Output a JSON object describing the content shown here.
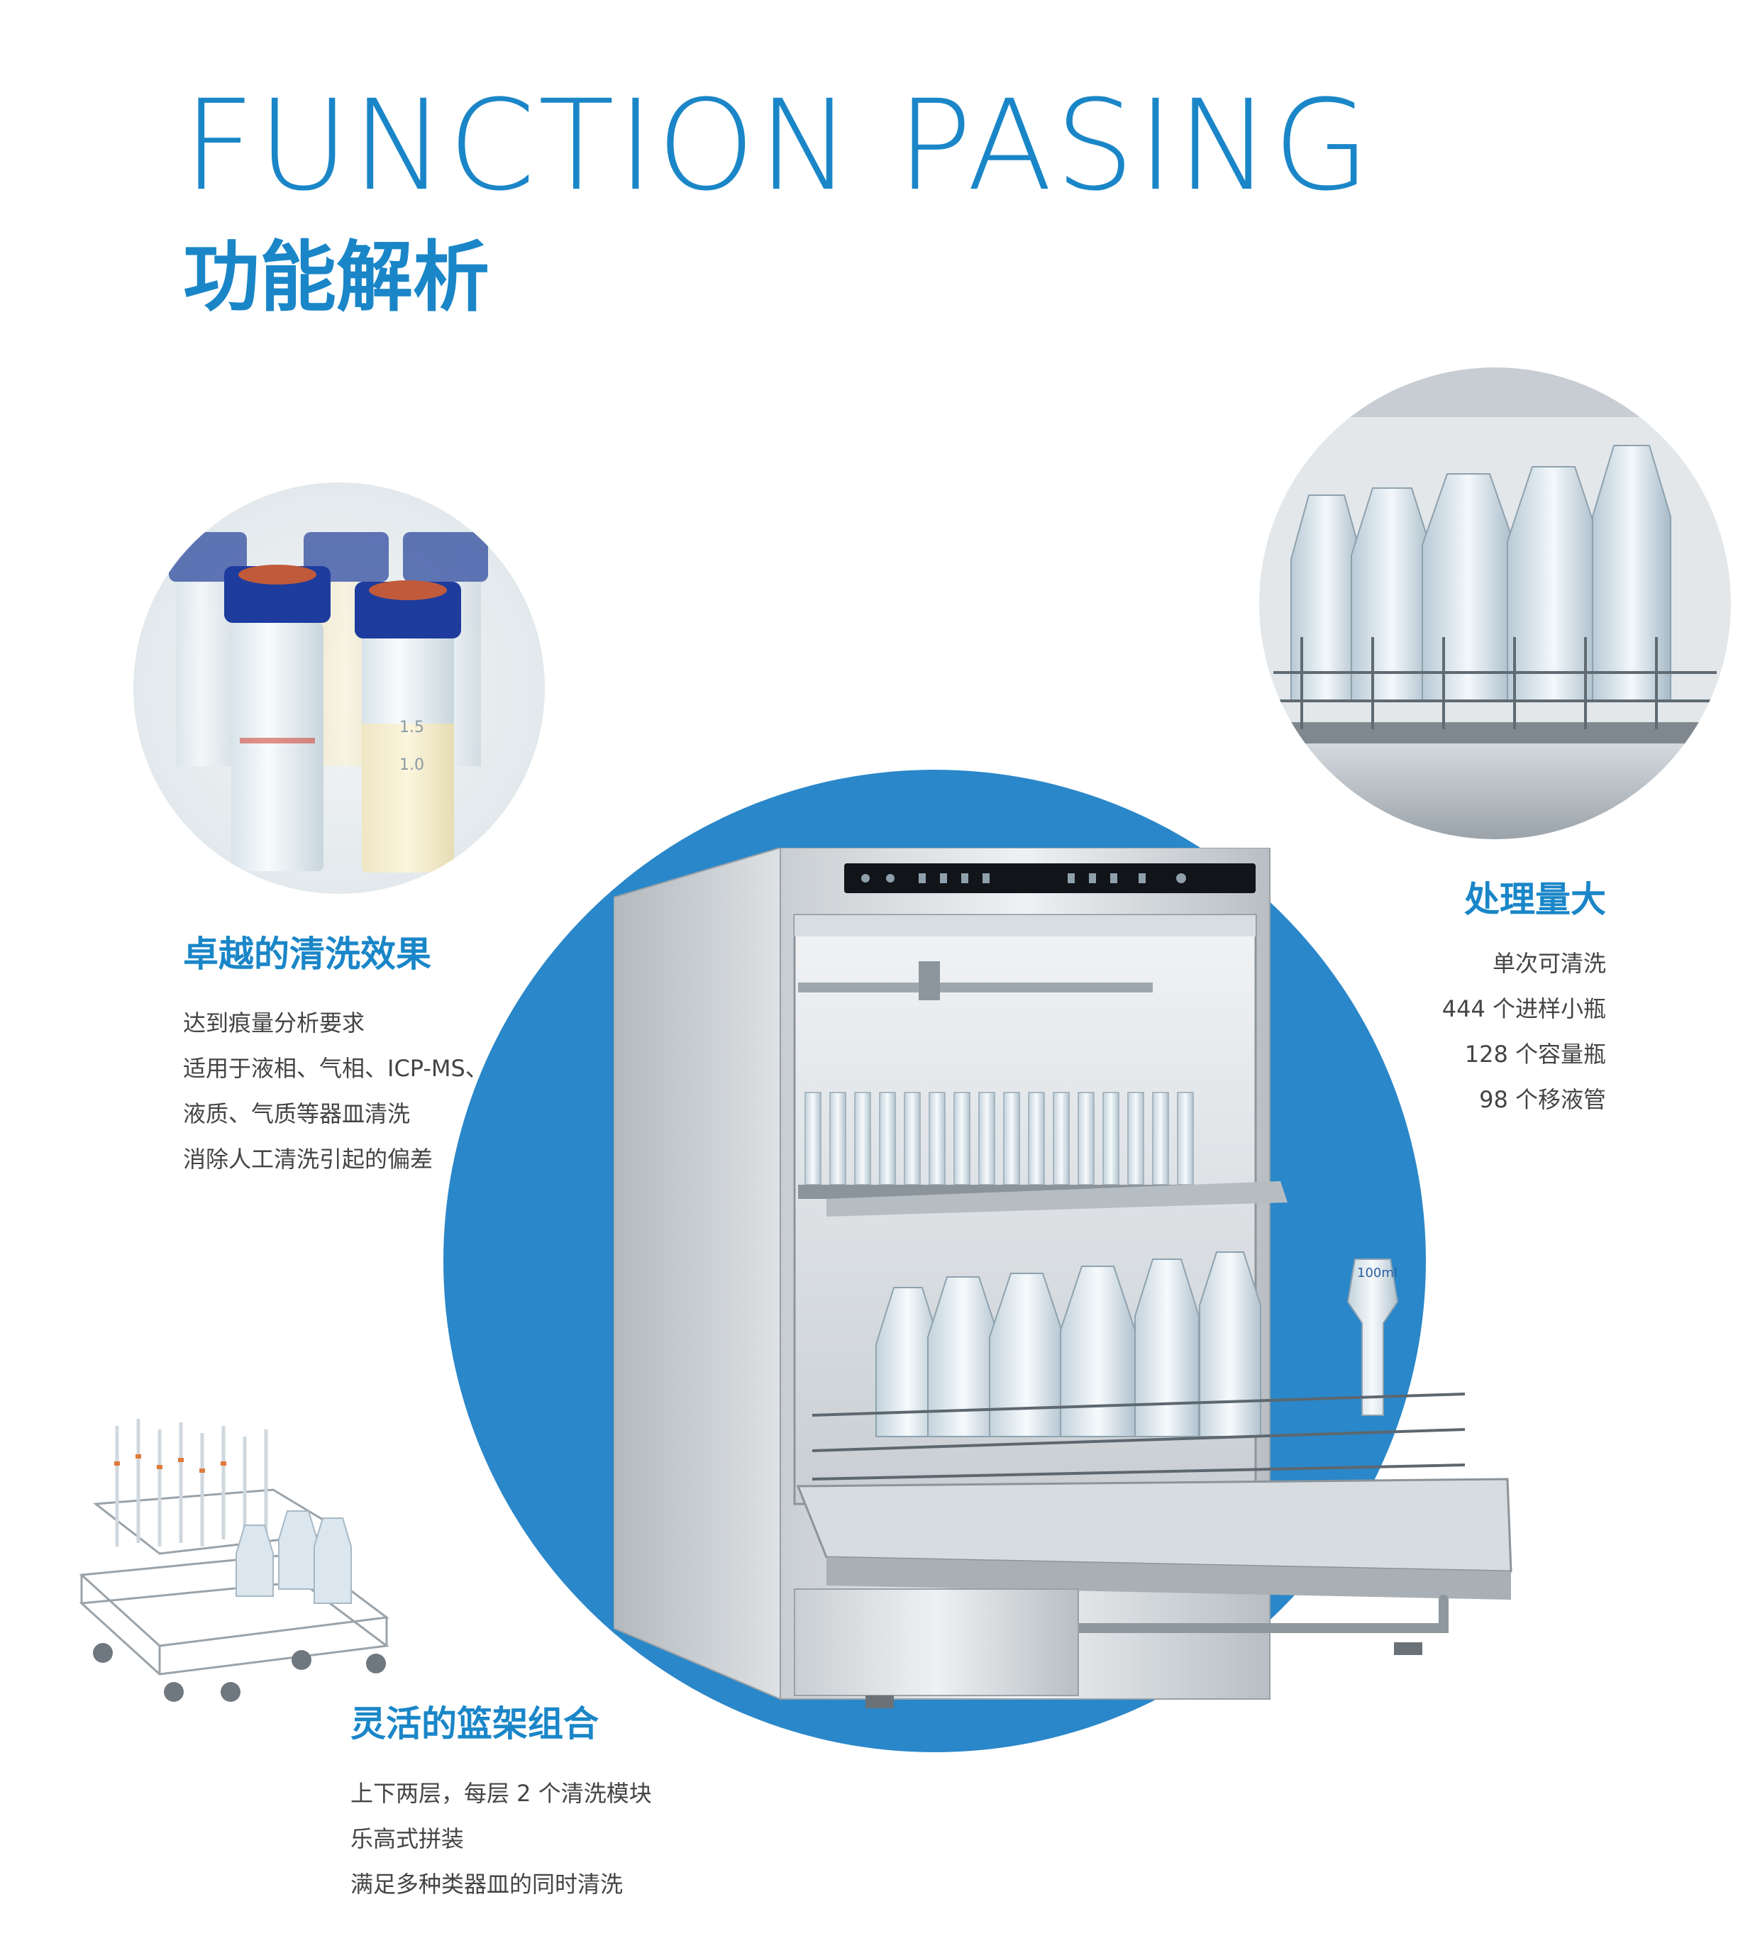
{
  "header": {
    "title_en": "FUNCTION PASING",
    "title_cn": "功能解析"
  },
  "features": {
    "cleaning": {
      "title": "卓越的清洗效果",
      "lines": [
        "达到痕量分析要求",
        "适用于液相、气相、ICP-MS、",
        "液质、气质等器皿清洗",
        "消除人工清洗引起的偏差"
      ]
    },
    "capacity": {
      "title": "处理量大",
      "lines": [
        "单次可清洗",
        "444 个进样小瓶",
        "128 个容量瓶",
        "98 个移液管"
      ]
    },
    "basket": {
      "title": "灵活的篮架组合",
      "lines": [
        "上下两层，每层 2 个清洗模块",
        "乐高式拼装",
        "满足多种类器皿的同时清洗"
      ]
    }
  },
  "images": {
    "vials_label_1": "1.5",
    "vials_label_2": "1.0",
    "flask_label": "100ml"
  },
  "colors": {
    "accent": "#1a86c8",
    "circle": "#2a87c9",
    "text": "#444444"
  }
}
